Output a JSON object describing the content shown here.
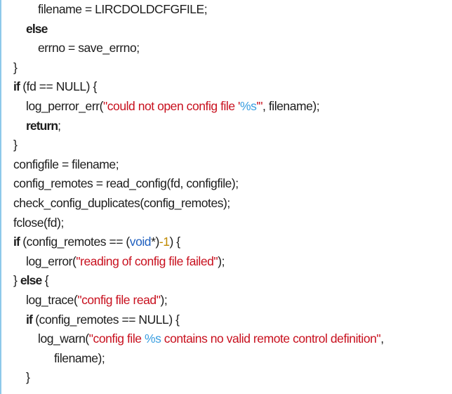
{
  "colors": {
    "string": "#c8101e",
    "format": "#3a9ee0",
    "type": "#1f5fbf",
    "number": "#c08a00",
    "gutter": "#8ec9ea"
  },
  "lines": [
    {
      "indent": 2,
      "segs": [
        [
          "t",
          "filename = LIRCDOLDCFGFILE;"
        ]
      ]
    },
    {
      "indent": 1,
      "segs": [
        [
          "kw",
          "else"
        ]
      ]
    },
    {
      "indent": 2,
      "segs": [
        [
          "t",
          "errno = save_errno;"
        ]
      ]
    },
    {
      "indent": 0,
      "segs": [
        [
          "t",
          "}"
        ]
      ]
    },
    {
      "indent": 0,
      "segs": [
        [
          "kw",
          "if"
        ],
        [
          "t",
          " (fd == NULL) {"
        ]
      ]
    },
    {
      "indent": 1,
      "segs": [
        [
          "t",
          "log_perror_err("
        ],
        [
          "str",
          "\"could not open config file '"
        ],
        [
          "fmt",
          "%s"
        ],
        [
          "str",
          "'\""
        ],
        [
          "t",
          ", filename);"
        ]
      ]
    },
    {
      "indent": 1,
      "segs": [
        [
          "kw",
          "return"
        ],
        [
          "t",
          ";"
        ]
      ]
    },
    {
      "indent": 0,
      "segs": [
        [
          "t",
          "}"
        ]
      ]
    },
    {
      "indent": 0,
      "segs": [
        [
          "t",
          "configfile = filename;"
        ]
      ]
    },
    {
      "indent": 0,
      "segs": [
        [
          "t",
          "config_remotes = read_config(fd, configfile);"
        ]
      ]
    },
    {
      "indent": 0,
      "segs": [
        [
          "t",
          "check_config_duplicates(config_remotes);"
        ]
      ]
    },
    {
      "indent": 0,
      "segs": [
        [
          "t",
          "fclose(fd);"
        ]
      ]
    },
    {
      "indent": 0,
      "segs": [
        [
          "kw",
          "if"
        ],
        [
          "t",
          " (config_remotes == ("
        ],
        [
          "type",
          "void"
        ],
        [
          "t",
          "*)"
        ],
        [
          "num",
          "-1"
        ],
        [
          "t",
          ") {"
        ]
      ]
    },
    {
      "indent": 1,
      "segs": [
        [
          "t",
          "log_error("
        ],
        [
          "str",
          "\"reading of config file failed\""
        ],
        [
          "t",
          ");"
        ]
      ]
    },
    {
      "indent": 0,
      "segs": [
        [
          "t",
          "} "
        ],
        [
          "kw",
          "else"
        ],
        [
          "t",
          " {"
        ]
      ]
    },
    {
      "indent": 1,
      "segs": [
        [
          "t",
          "log_trace("
        ],
        [
          "str",
          "\"config file read\""
        ],
        [
          "t",
          ");"
        ]
      ]
    },
    {
      "indent": 1,
      "segs": [
        [
          "kw",
          "if"
        ],
        [
          "t",
          " (config_remotes == NULL) {"
        ]
      ]
    },
    {
      "indent": 2,
      "segs": [
        [
          "t",
          "log_warn("
        ],
        [
          "str",
          "\"config file "
        ],
        [
          "fmt",
          "%s"
        ],
        [
          "str",
          " contains no valid remote control definition\""
        ],
        [
          "t",
          ","
        ]
      ]
    },
    {
      "indent": 3,
      "segs": [
        [
          "t",
          "filename);"
        ]
      ]
    },
    {
      "indent": 1,
      "segs": [
        [
          "t",
          "}"
        ]
      ]
    }
  ]
}
